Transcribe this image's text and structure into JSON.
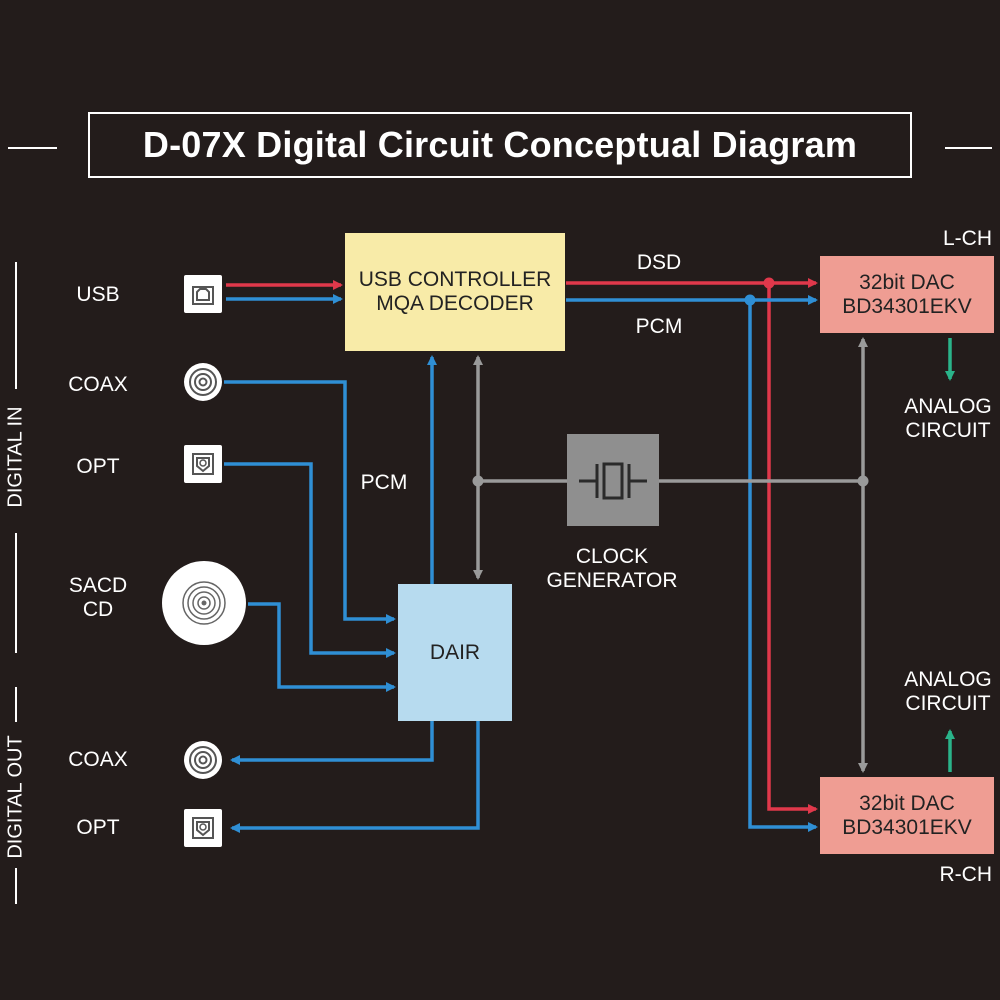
{
  "title": "D-07X Digital Circuit Conceptual Diagram",
  "sections": {
    "digital_in": "DIGITAL IN",
    "digital_out": "DIGITAL OUT"
  },
  "inputs": {
    "usb": "USB",
    "coax": "COAX",
    "opt": "OPT",
    "sacd_line1": "SACD",
    "sacd_line2": "CD"
  },
  "outputs": {
    "coax": "COAX",
    "opt": "OPT"
  },
  "usb_block": {
    "line1": "USB CONTROLLER",
    "line2": "MQA DECODER"
  },
  "dair_block": {
    "label": "DAIR"
  },
  "clock": {
    "line1": "CLOCK",
    "line2": "GENERATOR"
  },
  "signals": {
    "dsd": "DSD",
    "pcm_top": "PCM",
    "pcm_mid": "PCM"
  },
  "dac_l": {
    "line1": "32bit DAC",
    "line2": "BD34301EKV",
    "channel": "L-CH"
  },
  "dac_r": {
    "line1": "32bit DAC",
    "line2": "BD34301EKV",
    "channel": "R-CH"
  },
  "analog_l": {
    "line1": "ANALOG",
    "line2": "CIRCUIT"
  },
  "analog_r": {
    "line1": "ANALOG",
    "line2": "CIRCUIT"
  },
  "colors": {
    "background": "#231c1b",
    "dsd_line": "#e0384b",
    "pcm_line": "#2f8fd5",
    "clock_line": "#9a9a9a",
    "analog_arrow": "#2ab38a",
    "usb_block": "#f8eba8",
    "dair_block": "#b7dbef",
    "dac_block": "#ef9d93",
    "clock_block": "#8f8f8f"
  },
  "icons": {
    "usb_port": "usb-b-port-icon",
    "coax_port": "rca-jack-icon",
    "opt_port": "toslink-port-icon",
    "disc": "disc-icon",
    "crystal": "crystal-oscillator-icon"
  }
}
